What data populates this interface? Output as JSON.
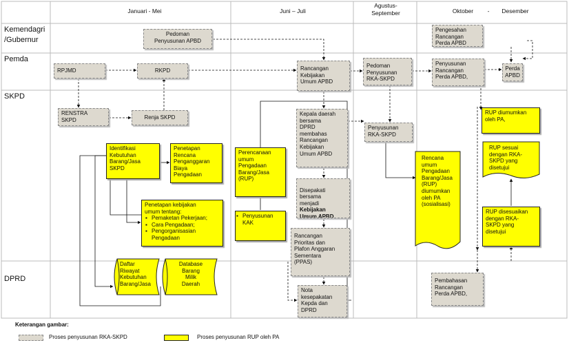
{
  "headers": {
    "col1": "Januari  -  Mei",
    "col2": "Juni – Juli",
    "col3": "Agustus-\nSeptember",
    "col4_a": "Oktober",
    "col4_b": "-",
    "col4_c": "Desember"
  },
  "lanes": {
    "kemendagri": "Kemendagri\n/Gubernur",
    "pemda": "Pemda",
    "skpd": "SKPD",
    "dprd": "DPRD"
  },
  "boxes": {
    "pedoman_apbd": "Pedoman\nPenyusunan APBD",
    "rpjmd": "RPJMD",
    "rkpd": "RKPD",
    "renstra": "RENSTRA\nSKPD",
    "renja": "Renja SKPD",
    "identifikasi": "Identifikasi\nKebutuhan\nBarang/Jasa\nSKPD",
    "penetapan_rencana": "Penetapan\nRencana\nPenganggaran\nBiaya\nPengadaan",
    "kebijakan_title": "Penetapan kebijakan\numum tentang:",
    "kebijakan_items": [
      "Pemaketan Pekerjaan;",
      "Cara Pengadaan;",
      "Pengorganisasian\nPengadaan"
    ],
    "daftar_riwayat": "Daftar\nRiwayat\nKebutuhan\nBarang/Jasa",
    "database_barang": "Database\nBarang\nMilik\nDaerah",
    "rancangan_kua": "Rancangan\nKebijakan\nUmum APBD",
    "kepala_daerah": "Kepala daerah\nbersama\nDPRD\nmembahas\nRancangan\nKebijakan\nUmum APBD",
    "disepakati_pre": "Disepakati\nbersama\nmenjadi",
    "disepakati_bold": "Kebijakan\nUmum APBD",
    "rancangan_ppas": "Rancangan\nPrioritas dan\nPlafon Anggaran\nSementara\n(PPAS)",
    "nota": "Nota\nkesepakatan\nKepda dan\nDPRD",
    "perencanaan_rup": "Perencanaan\numum\nPengadaan\nBarang/Jasa\n(RUP)",
    "penyusunan_kak": "Penyusunan\nKAK",
    "pedoman_rka": "Pedoman\nPenyusunan\nRKA-SKPD",
    "penyusunan_rka": "Penyusunan\nRKA-SKPD",
    "rencana_umum": "Rencana\numum\nPengadaan\nBarang/Jasa\n(RUP)\ndiumumkan\noleh PA\n(sosialisasi)",
    "pengesahan": "Pengesahan\nRancangan\nPerda APBD",
    "penyusunan_perda": "Penyusunan\nRancangan\nPerda APBD,",
    "perda_apbd": "Perda\nAPBD",
    "pembahasan": "Pembahasan\nRancangan\nPerda APBD,",
    "rup_diumumkan": "RUP diumumkan\noleh PA,",
    "rup_sesuai": "RUP sesuai\ndengan  RKA-\nSKPD yang\ndisetujui",
    "rup_disesuaikan": "RUP disesuaikan\ndengan RKA-\nSKPD yang\ndisetujui"
  },
  "legend": {
    "title": "Keterangan gambar:",
    "item1": "Proses penyusunan RKA-SKPD",
    "item2": "Proses penyusunan RUP oleh PA"
  },
  "colors": {
    "rka_process": "#ddd9cf",
    "rup_process": "#ffff00",
    "grid": "#bbbbbb"
  }
}
